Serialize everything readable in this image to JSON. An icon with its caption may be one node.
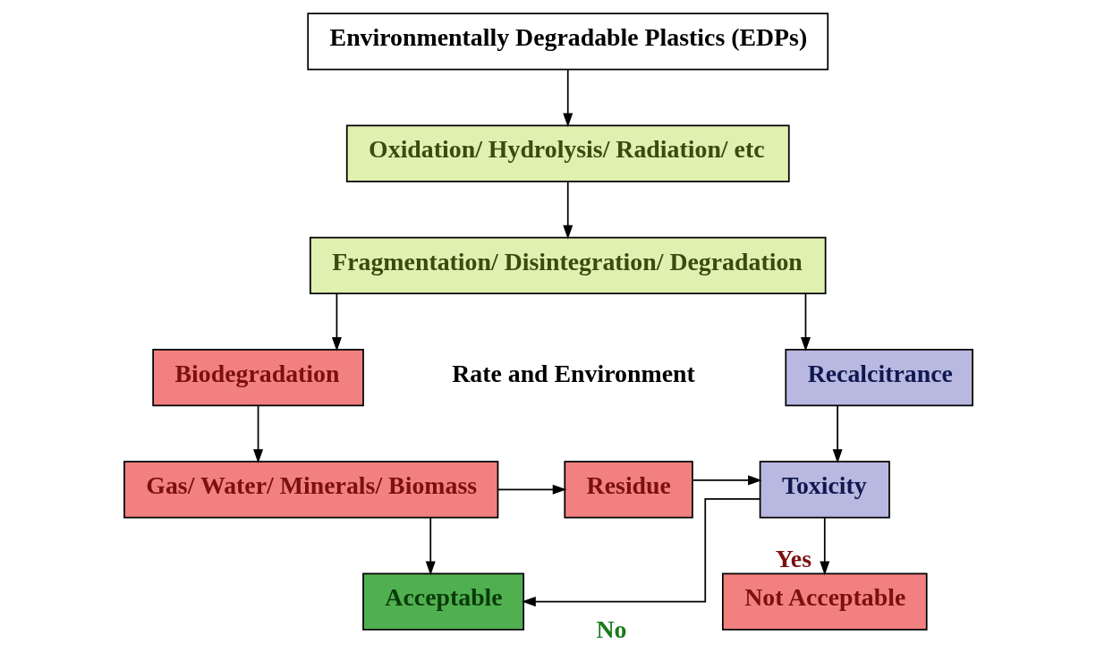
{
  "diagram": {
    "nodes": [
      {
        "text": [
          "Environmentally Degradable Plastics (EDPs)"
        ]
      },
      {
        "text": [
          "Oxidation/ Hydrolysis/ Radiation/ etc"
        ]
      },
      {
        "text": [
          "Fragmentation/ Disintegration/ Degradation"
        ]
      },
      {
        "text": [
          "Biodegradation"
        ]
      },
      {
        "text": [
          "Recalcitrance"
        ]
      },
      {
        "text": [
          "Gas/ Water/ Minerals/ Biomass"
        ]
      },
      {
        "text": [
          "Residue"
        ]
      },
      {
        "text": [
          "Toxicity"
        ]
      },
      {
        "text": [
          "Acceptable"
        ]
      },
      {
        "text": [
          "Not Acceptable"
        ]
      }
    ],
    "edges": [
      {
        "from": 0,
        "to": 1,
        "arrow": "to"
      },
      {
        "from": 1,
        "to": 2,
        "arrow": "to"
      },
      {
        "from": 2,
        "to": 3,
        "arrow": "to"
      },
      {
        "from": 2,
        "to": 4,
        "arrow": "to"
      },
      {
        "from": 3,
        "to": 5,
        "arrow": "to"
      },
      {
        "from": 5,
        "to": 6,
        "arrow": "to"
      },
      {
        "from": 6,
        "to": 7,
        "arrow": "to"
      },
      {
        "from": 4,
        "to": 7,
        "arrow": "to"
      },
      {
        "from": 5,
        "to": 8,
        "arrow": "to"
      },
      {
        "from": 7,
        "to": 8,
        "arrow": "to",
        "label": "No"
      },
      {
        "from": 7,
        "to": 9,
        "arrow": "to",
        "label": "Yes"
      }
    ],
    "labels": [
      "Rate and Environment"
    ]
  }
}
